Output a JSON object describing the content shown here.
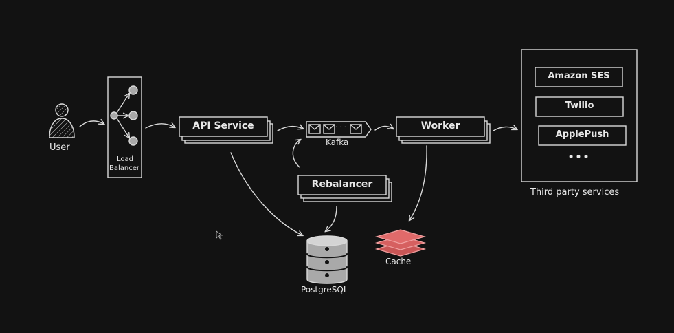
{
  "nodes": {
    "user": "User",
    "load_balancer_line1": "Load",
    "load_balancer_line2": "Balancer",
    "api_service": "API Service",
    "kafka": "Kafka",
    "kafka_dots": "· · ·",
    "worker": "Worker",
    "rebalancer": "Rebalancer",
    "postgres": "PostgreSQL",
    "cache": "Cache"
  },
  "third_party": {
    "caption": "Third party services",
    "services": [
      "Amazon SES",
      "Twilio",
      "ApplePush"
    ],
    "more": "•••"
  },
  "colors": {
    "background": "#121212",
    "stroke": "#d9d9d9",
    "cache": "#e06a6a"
  }
}
